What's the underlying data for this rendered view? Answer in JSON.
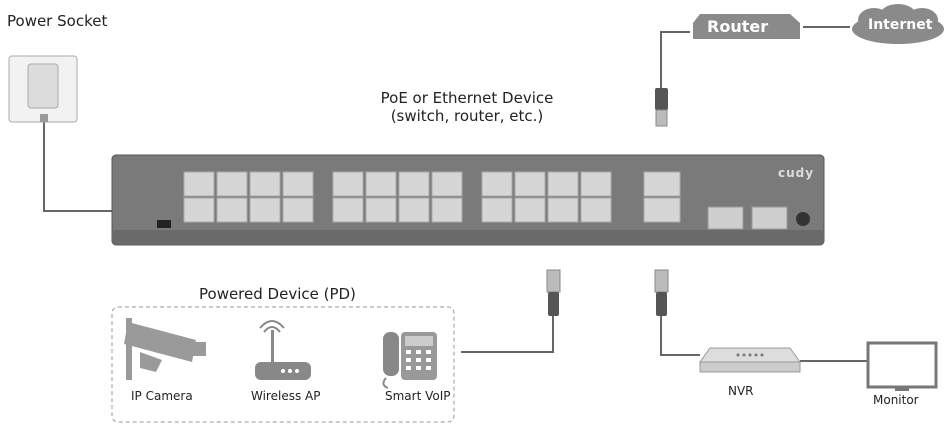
{
  "labels": {
    "power_socket": "Power Socket",
    "poe_line1": "PoE or Ethernet Device",
    "poe_line2": "(switch, router, etc.)",
    "powered_device": "Powered Device (PD)",
    "ip_camera": "IP Camera",
    "wireless_ap": "Wireless AP",
    "smart_voip": "Smart VoIP",
    "nvr": "NVR",
    "monitor": "Monitor",
    "router": "Router",
    "internet": "Internet",
    "brand": "cudy"
  },
  "colors": {
    "switch_body": "#7a7a7a",
    "cloud": "#8a8a8a",
    "cable": "#666666",
    "dashed_border": "#999999"
  }
}
